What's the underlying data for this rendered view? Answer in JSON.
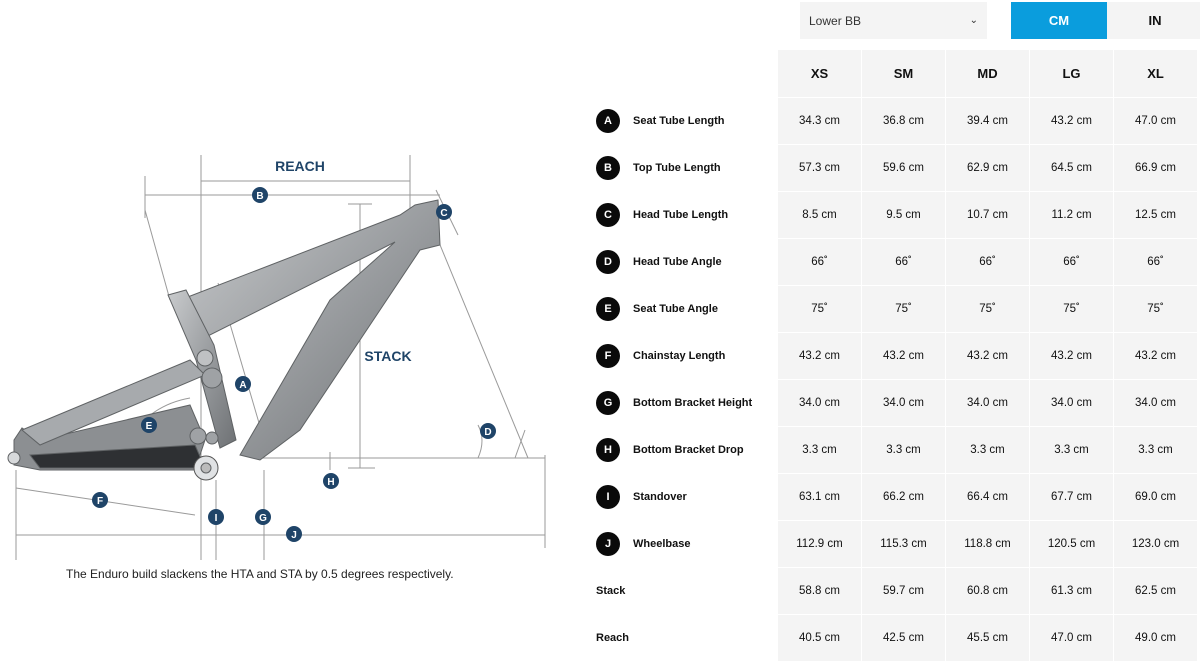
{
  "diagram": {
    "labels": {
      "reach": "REACH",
      "stack": "STACK",
      "markers": [
        "A",
        "B",
        "C",
        "D",
        "E",
        "F",
        "G",
        "H",
        "I",
        "J"
      ]
    },
    "caption": "The Enduro build slackens the HTA and STA by 0.5 degrees respectively.",
    "colors": {
      "marker": "#1f4468",
      "frame": "#8a8d90",
      "line": "#999999"
    }
  },
  "controls": {
    "config_select": {
      "value": "Lower BB",
      "icon": "chevron-down-icon"
    },
    "units": {
      "cm": "CM",
      "in": "IN",
      "active": "cm",
      "active_color": "#0a9ddd"
    }
  },
  "table": {
    "sizes": [
      "XS",
      "SM",
      "MD",
      "LG",
      "XL"
    ],
    "rows": [
      {
        "badge": "A",
        "label": "Seat Tube Length",
        "values": [
          "34.3 cm",
          "36.8 cm",
          "39.4 cm",
          "43.2 cm",
          "47.0 cm"
        ]
      },
      {
        "badge": "B",
        "label": "Top Tube Length",
        "values": [
          "57.3 cm",
          "59.6 cm",
          "62.9 cm",
          "64.5 cm",
          "66.9 cm"
        ]
      },
      {
        "badge": "C",
        "label": "Head Tube Length",
        "values": [
          "8.5 cm",
          "9.5 cm",
          "10.7 cm",
          "11.2 cm",
          "12.5 cm"
        ]
      },
      {
        "badge": "D",
        "label": "Head Tube Angle",
        "values": [
          "66˚",
          "66˚",
          "66˚",
          "66˚",
          "66˚"
        ]
      },
      {
        "badge": "E",
        "label": "Seat Tube Angle",
        "values": [
          "75˚",
          "75˚",
          "75˚",
          "75˚",
          "75˚"
        ]
      },
      {
        "badge": "F",
        "label": "Chainstay Length",
        "values": [
          "43.2 cm",
          "43.2 cm",
          "43.2 cm",
          "43.2 cm",
          "43.2 cm"
        ]
      },
      {
        "badge": "G",
        "label": "Bottom Bracket Height",
        "values": [
          "34.0 cm",
          "34.0 cm",
          "34.0 cm",
          "34.0 cm",
          "34.0 cm"
        ]
      },
      {
        "badge": "H",
        "label": "Bottom Bracket Drop",
        "values": [
          "3.3 cm",
          "3.3 cm",
          "3.3 cm",
          "3.3 cm",
          "3.3 cm"
        ]
      },
      {
        "badge": "I",
        "label": "Standover",
        "values": [
          "63.1 cm",
          "66.2 cm",
          "66.4 cm",
          "67.7 cm",
          "69.0 cm"
        ]
      },
      {
        "badge": "J",
        "label": "Wheelbase",
        "values": [
          "112.9 cm",
          "115.3 cm",
          "118.8 cm",
          "120.5 cm",
          "123.0 cm"
        ]
      },
      {
        "badge": "",
        "label": "Stack",
        "values": [
          "58.8 cm",
          "59.7 cm",
          "60.8 cm",
          "61.3 cm",
          "62.5 cm"
        ]
      },
      {
        "badge": "",
        "label": "Reach",
        "values": [
          "40.5 cm",
          "42.5 cm",
          "45.5 cm",
          "47.0 cm",
          "49.0 cm"
        ]
      }
    ]
  }
}
